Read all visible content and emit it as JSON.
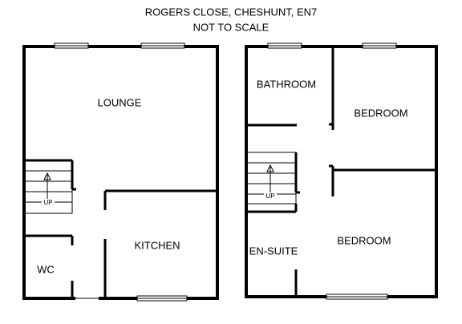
{
  "header": {
    "address": "ROGERS CLOSE, CHESHUNT, EN7",
    "scale_note": "NOT TO SCALE"
  },
  "ground_floor": {
    "rooms": {
      "lounge": "LOUNGE",
      "kitchen": "KITCHEN",
      "wc": "WC"
    },
    "stairs_label": "UP"
  },
  "first_floor": {
    "rooms": {
      "bathroom": "BATHROOM",
      "bedroom_1": "BEDROOM",
      "bedroom_2": "BEDROOM",
      "en_suite": "EN-SUITE"
    },
    "stairs_label": "UP"
  }
}
